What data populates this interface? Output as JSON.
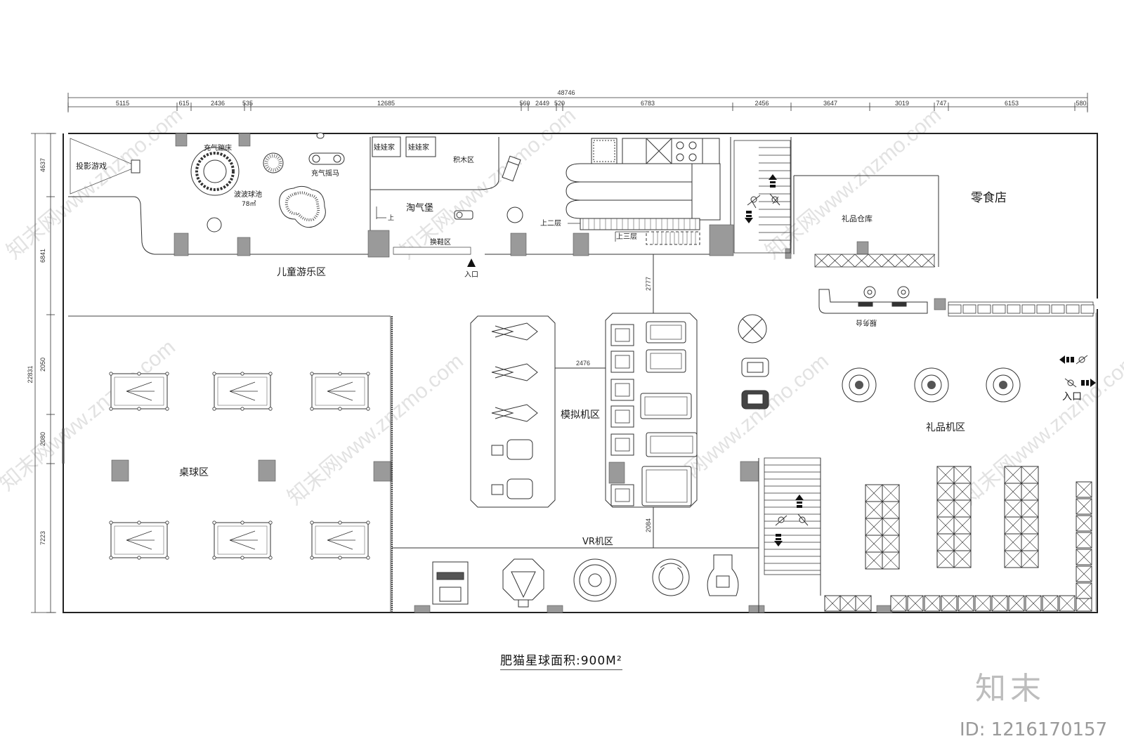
{
  "dimensions": {
    "total": "48746",
    "top_segments": [
      "5115",
      "615",
      "2436",
      "535",
      "12685",
      "560",
      "2449",
      "520",
      "6783",
      "2456",
      "3647",
      "3019",
      "747",
      "6153",
      "580"
    ],
    "left_total": "22831",
    "left_segments": [
      "4637",
      "6841",
      "2050",
      "2080",
      "7223"
    ],
    "inner": [
      "2777",
      "2476",
      "2084"
    ]
  },
  "zones": {
    "projection_game": "投影游戏",
    "inflatable_trampoline": "充气蹦床",
    "inflatable_horse": "充气摇马",
    "ball_pool": "波波球池",
    "ball_pool_area": "78㎡",
    "doll_house_1": "娃娃家",
    "doll_house_2": "娃娃家",
    "building_blocks": "积木区",
    "naughty_castle": "淘气堡",
    "shoe_change": "换鞋区",
    "up_arrow_label": "上",
    "to_second_floor": "上二层",
    "to_third_floor": "上三层",
    "children_area": "儿童游乐区",
    "entrance_1": "入口",
    "gift_storage": "礼品仓库",
    "snack_shop": "零食店",
    "service_desk": "服务台",
    "billiards": "桌球区",
    "simulator": "模拟机区",
    "vr_area": "VR机区",
    "gift_machines": "礼品机区",
    "entrance_2": "入口"
  },
  "caption": "肥猫星球面积:900M²",
  "logo": "知末",
  "image_id": "ID: 1216170157",
  "watermark": "知末网www.znzmo.com"
}
